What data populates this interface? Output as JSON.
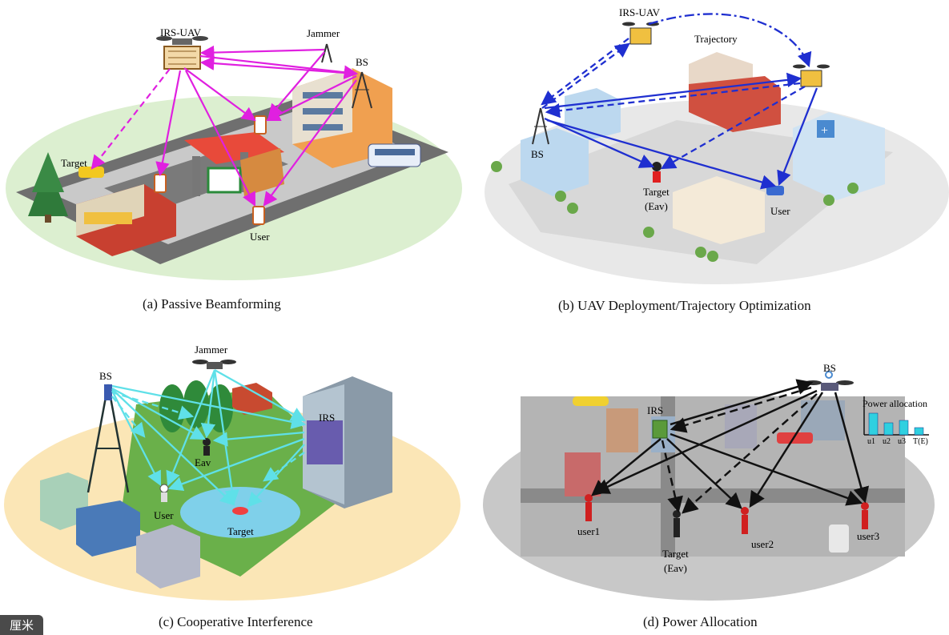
{
  "panels": {
    "a": {
      "caption": "(a) Passive Beamforming",
      "labels": {
        "irs_uav": "IRS-UAV",
        "jammer": "Jammer",
        "bs": "BS",
        "target": "Target",
        "user": "User"
      }
    },
    "b": {
      "caption": "(b) UAV Deployment/Trajectory Optimization",
      "labels": {
        "irs_uav": "IRS-UAV",
        "trajectory": "Trajectory",
        "bs": "BS",
        "target": "Target",
        "eav": "(Eav)",
        "user": "User"
      }
    },
    "c": {
      "caption": "(c) Cooperative Interference",
      "labels": {
        "jammer": "Jammer",
        "bs": "BS",
        "irs": "IRS",
        "eav": "Eav",
        "user": "User",
        "target": "Target"
      }
    },
    "d": {
      "caption": "(d) Power Allocation",
      "labels": {
        "bs": "BS",
        "irs": "IRS",
        "power_allocation": "Power allocation",
        "user1": "user1",
        "user2": "user2",
        "user3": "user3",
        "target": "Target",
        "eav": "(Eav)"
      },
      "power_chart": {
        "categories": [
          "u1",
          "u2",
          "u3",
          "T(E)"
        ],
        "values": [
          0.9,
          0.5,
          0.6,
          0.3
        ]
      }
    }
  },
  "corner_badge": "厘米",
  "colors": {
    "magenta": "#e020e0",
    "blue": "#1f2fd0",
    "cyan": "#5fe0e8",
    "black": "#111111"
  }
}
